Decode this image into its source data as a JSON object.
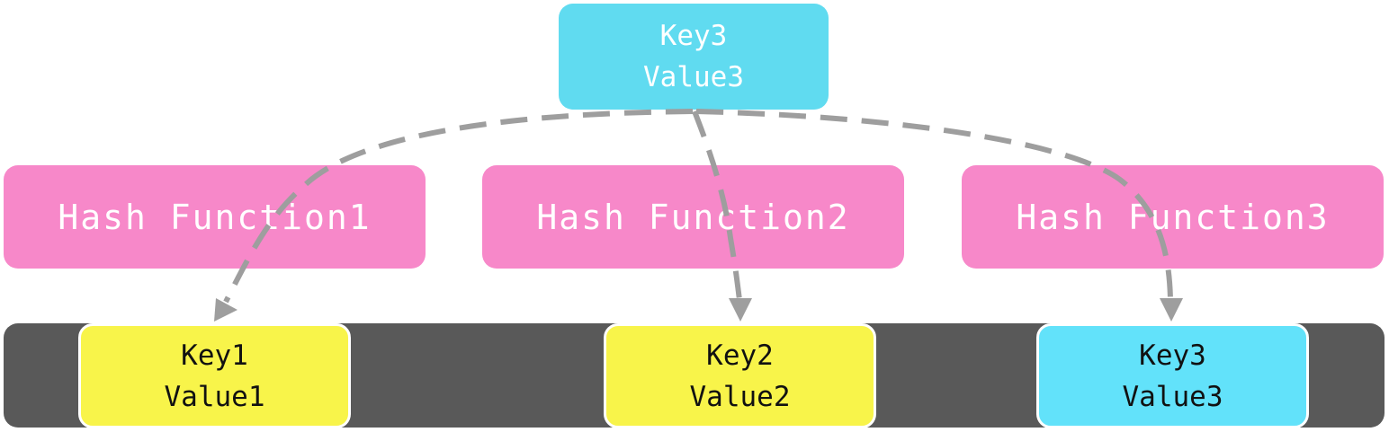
{
  "top_node": {
    "key": "Key3",
    "value": "Value3"
  },
  "hash_functions": [
    {
      "label": "Hash Function1"
    },
    {
      "label": "Hash Function2"
    },
    {
      "label": "Hash Function3"
    }
  ],
  "buckets": [
    {
      "key": "Key1",
      "value": "Value1",
      "color": "#f8f44a"
    },
    {
      "key": "Key2",
      "value": "Value2",
      "color": "#f8f44a"
    },
    {
      "key": "Key3",
      "value": "Value3",
      "color": "#62e2fa"
    }
  ],
  "colors": {
    "top_node": "#60dbf0",
    "hash_function": "#f788c9",
    "bucket_bar": "#595959",
    "arrow": "#9e9e9e"
  }
}
